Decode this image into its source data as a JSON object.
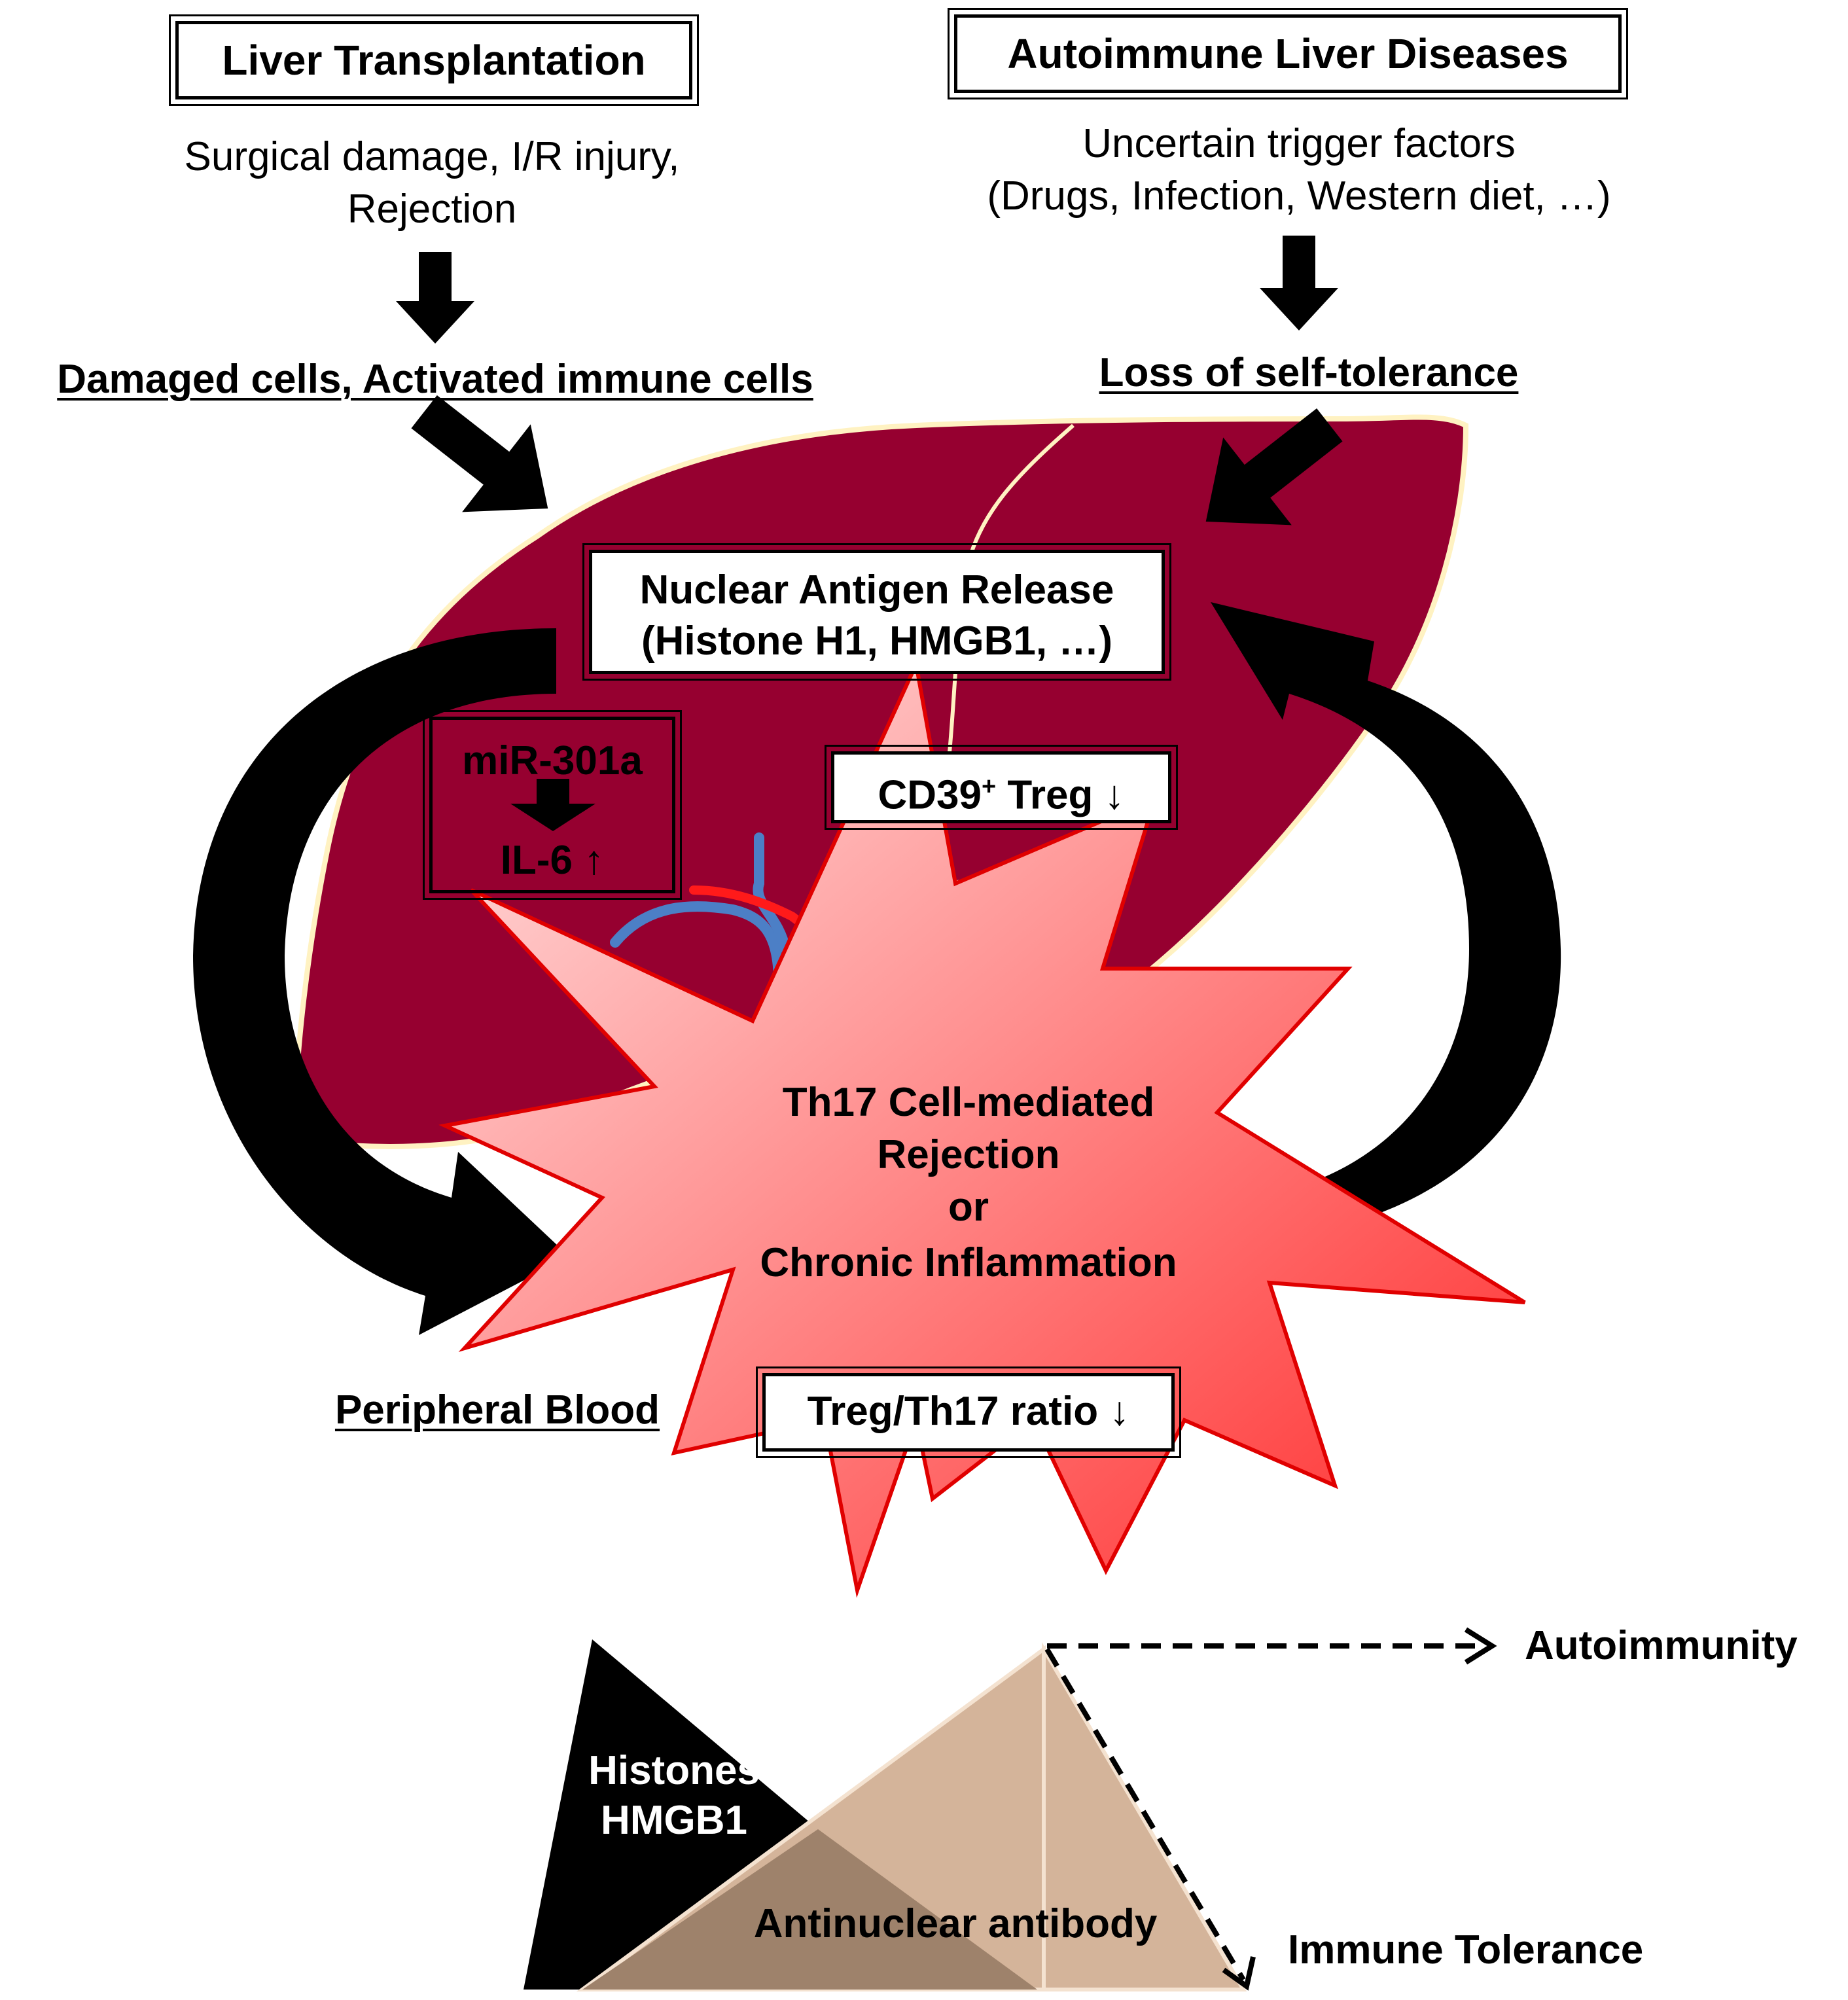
{
  "top_left": {
    "box_title": "Liver Transplantation",
    "causes_line1": "Surgical damage, I/R injury,",
    "causes_line2": "Rejection",
    "result": "Damaged cells, Activated immune cells"
  },
  "top_right": {
    "box_title": "Autoimmune Liver Diseases",
    "causes_line1": "Uncertain trigger factors",
    "causes_line2": "(Drugs, Infection, Western diet, …)",
    "result": "Loss of self-tolerance"
  },
  "nuclear_antigen": {
    "line1": "Nuclear Antigen Release",
    "line2": "(Histone H1, HMGB1, …)"
  },
  "mir_box": {
    "line1": "miR-301a",
    "line2": "IL-6 ↑"
  },
  "cd39_box": {
    "prefix": "CD39",
    "superscript": "+",
    "suffix": " Treg ↓"
  },
  "burst": {
    "line1": "Th17 Cell-mediated",
    "line2": "Rejection",
    "line3": "or",
    "line4": "Chronic Inflammation"
  },
  "peripheral_blood": "Peripheral Blood",
  "treg_th17_box": "Treg/Th17 ratio ↓",
  "balance": {
    "left_line1": "Histones",
    "left_line2": "HMGB1",
    "center": "Antinuclear antibody",
    "outcome_up": "Autoimmunity",
    "outcome_down": "Immune Tolerance"
  },
  "colors": {
    "liver": "#960030",
    "liver_outline": "#fff2c2",
    "burst_light": "#ffd6d6",
    "burst_dark": "#ff3030",
    "burst_stroke": "#e00000",
    "vessel_red": "#ff1a1a",
    "vessel_blue": "#4c7fc6",
    "triangle_tan": "#d4b49a",
    "triangle_overlap": "#9e826b"
  }
}
